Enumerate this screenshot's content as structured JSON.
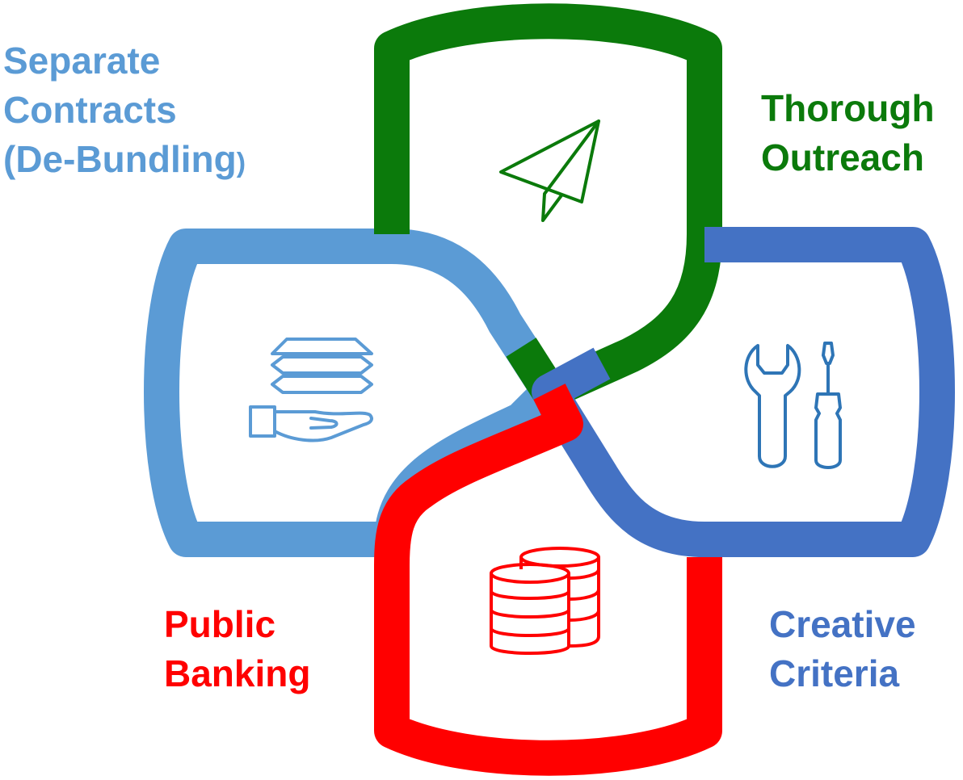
{
  "colors": {
    "light_blue": "#5B9BD5",
    "green": "#0B7A0B",
    "red": "#FF0000",
    "blue": "#4472C4",
    "background": "#FFFFFF"
  },
  "petals": [
    {
      "id": "separate-contracts",
      "color": "light_blue",
      "icon": "hand-holding-stacked-documents-icon",
      "label_lines": [
        "Separate",
        "Contracts",
        "(De-Bundling"
      ],
      "label_suffix": ")"
    },
    {
      "id": "thorough-outreach",
      "color": "green",
      "icon": "paper-plane-icon",
      "label_lines": [
        "Thorough",
        "Outreach"
      ]
    },
    {
      "id": "creative-criteria",
      "color": "blue",
      "icon": "wrench-and-screwdriver-icon",
      "label_lines": [
        "Creative",
        "Criteria"
      ]
    },
    {
      "id": "public-banking",
      "color": "red",
      "icon": "coin-stacks-icon",
      "label_lines": [
        "Public",
        "Banking"
      ]
    }
  ]
}
